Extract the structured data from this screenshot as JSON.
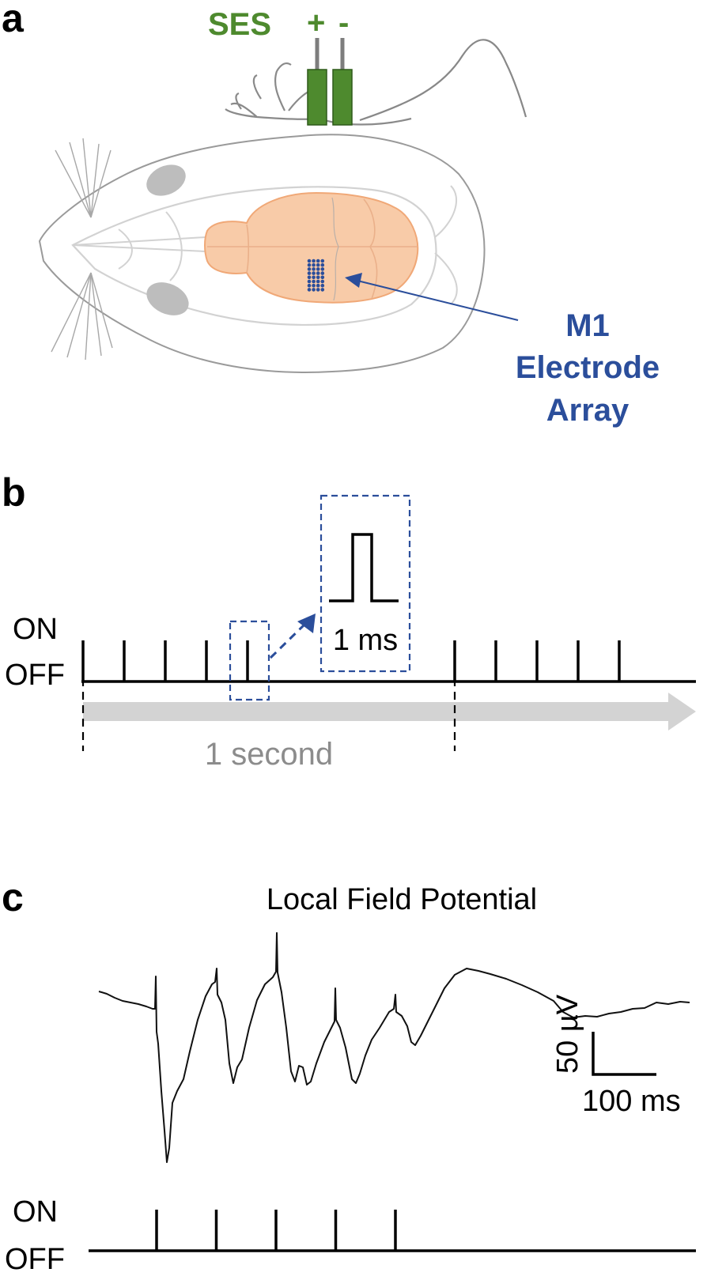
{
  "panels": {
    "a": {
      "letter": "a",
      "stim_label": "SES",
      "plus_label": "+",
      "minus_label": "-",
      "array_label_lines": [
        "M1",
        "Electrode",
        "Array"
      ]
    },
    "b": {
      "letter": "b",
      "on_label": "ON",
      "off_label": "OFF",
      "pulse_width_label": "1 ms",
      "period_label": "1 second",
      "pulses_per_train": 5,
      "trains_shown": 2
    },
    "c": {
      "letter": "c",
      "title": "Local Field Potential",
      "scale_y_label": "50 µV",
      "scale_x_label": "100 ms",
      "on_label": "ON",
      "off_label": "OFF",
      "pulses_shown": 5
    }
  },
  "colors": {
    "stim_green": "#4e8a2e",
    "array_blue": "#2b4e9b",
    "brain_fill": "#f8cba8",
    "brain_stroke": "#f0a877",
    "skull_gray": "#d2d2d2",
    "eye_gray": "#bdbdbd",
    "arrow_gray": "#d3d3d3",
    "period_text_gray": "#8c8c8c",
    "trace_black": "#111111"
  }
}
